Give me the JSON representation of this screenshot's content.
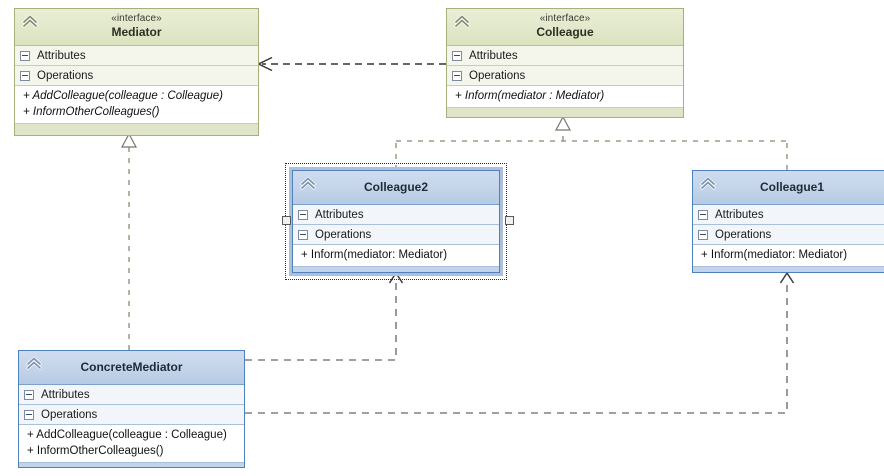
{
  "diagram": {
    "kind": "uml-class-diagram",
    "pattern": "Mediator",
    "background": "#ffffff",
    "colors": {
      "interface_header": "#dfe5c8",
      "interface_border": "#a6b07a",
      "class_header": "#c3d4ea",
      "class_border": "#4f81bd",
      "compartment": "#f4f6ec",
      "connector": "#808080",
      "selection": "#2b2b2b"
    }
  },
  "labels": {
    "attributes": "Attributes",
    "operations": "Operations",
    "stereotype_interface": "«interface»"
  },
  "nodes": [
    {
      "id": "mediator",
      "name": "Mediator",
      "stereotype": "«interface»",
      "kind": "interface",
      "attributes_label": "Attributes",
      "operations_label": "Operations",
      "operations": [
        "+ AddColleague(colleague : Colleague)",
        "+ InformOtherColleagues()"
      ],
      "abstract_operations": true,
      "selected": false
    },
    {
      "id": "colleague",
      "name": "Colleague",
      "stereotype": "«interface»",
      "kind": "interface",
      "attributes_label": "Attributes",
      "operations_label": "Operations",
      "operations": [
        "+ Inform(mediator : Mediator)"
      ],
      "abstract_operations": true,
      "selected": false
    },
    {
      "id": "colleague2",
      "name": "Colleague2",
      "stereotype": "",
      "kind": "class",
      "attributes_label": "Attributes",
      "operations_label": "Operations",
      "operations": [
        "+ Inform(mediator: Mediator)"
      ],
      "abstract_operations": false,
      "selected": true
    },
    {
      "id": "colleague1",
      "name": "Colleague1",
      "stereotype": "",
      "kind": "class",
      "attributes_label": "Attributes",
      "operations_label": "Operations",
      "operations": [
        "+ Inform(mediator: Mediator)"
      ],
      "abstract_operations": false,
      "selected": false
    },
    {
      "id": "concretemediator",
      "name": "ConcreteMediator",
      "stereotype": "",
      "kind": "class",
      "attributes_label": "Attributes",
      "operations_label": "Operations",
      "operations": [
        "+ AddColleague(colleague : Colleague)",
        "+ InformOtherColleagues()"
      ],
      "abstract_operations": false,
      "selected": false
    }
  ],
  "edges": [
    {
      "id": "edge-colleague-uses-mediator",
      "type": "dependency",
      "style": "dashed",
      "arrow": "open",
      "from": "colleague",
      "to": "mediator",
      "label": ""
    },
    {
      "id": "edge-concretemediator-realizes-mediator",
      "type": "realization",
      "style": "dashed",
      "arrow": "hollow-triangle",
      "from": "concretemediator",
      "to": "mediator",
      "label": ""
    },
    {
      "id": "edge-colleague2-realizes-colleague",
      "type": "realization",
      "style": "dashed",
      "arrow": "hollow-triangle",
      "from": "colleague2",
      "to": "colleague",
      "label": ""
    },
    {
      "id": "edge-colleague1-realizes-colleague",
      "type": "realization",
      "style": "dashed",
      "arrow": "hollow-triangle",
      "from": "colleague1",
      "to": "colleague",
      "label": ""
    },
    {
      "id": "edge-concretemediator-uses-colleague2",
      "type": "dependency",
      "style": "dashed",
      "arrow": "open",
      "from": "concretemediator",
      "to": "colleague2",
      "label": ""
    },
    {
      "id": "edge-concretemediator-uses-colleague1",
      "type": "dependency",
      "style": "dashed",
      "arrow": "open",
      "from": "concretemediator",
      "to": "colleague1",
      "label": ""
    }
  ],
  "icons": {
    "collapse": "chevron-up-icon",
    "expander": "expander-minus-icon"
  }
}
